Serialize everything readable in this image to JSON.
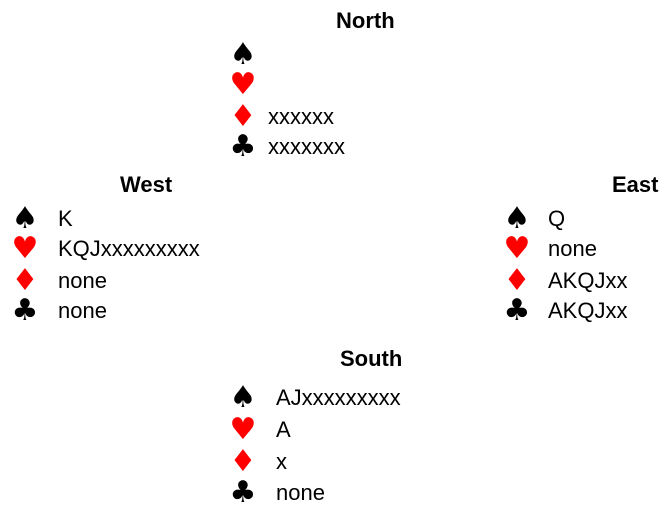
{
  "colors": {
    "black_suit": "#000000",
    "red_suit": "#ff0000",
    "text": "#000000",
    "background": "#ffffff"
  },
  "suits": [
    {
      "key": "spades",
      "icon": "spade-icon",
      "glyph": "♠",
      "color": "#000000"
    },
    {
      "key": "hearts",
      "icon": "heart-icon",
      "glyph": "♥",
      "color": "#ff0000"
    },
    {
      "key": "diamonds",
      "icon": "diamond-icon",
      "glyph": "♦",
      "color": "#ff0000"
    },
    {
      "key": "clubs",
      "icon": "club-icon",
      "glyph": "♣",
      "color": "#000000"
    }
  ],
  "hands": {
    "north": {
      "title": "North",
      "spades": "",
      "hearts": "",
      "diamonds": "xxxxxx",
      "clubs": "xxxxxxx"
    },
    "west": {
      "title": "West",
      "spades": "K",
      "hearts": "KQJxxxxxxxxx",
      "diamonds": "none",
      "clubs": "none"
    },
    "east": {
      "title": "East",
      "spades": "Q",
      "hearts": "none",
      "diamonds": "AKQJxx",
      "clubs": "AKQJxx"
    },
    "south": {
      "title": "South",
      "spades": "AJxxxxxxxxx",
      "hearts": "A",
      "diamonds": "x",
      "clubs": "none"
    }
  }
}
